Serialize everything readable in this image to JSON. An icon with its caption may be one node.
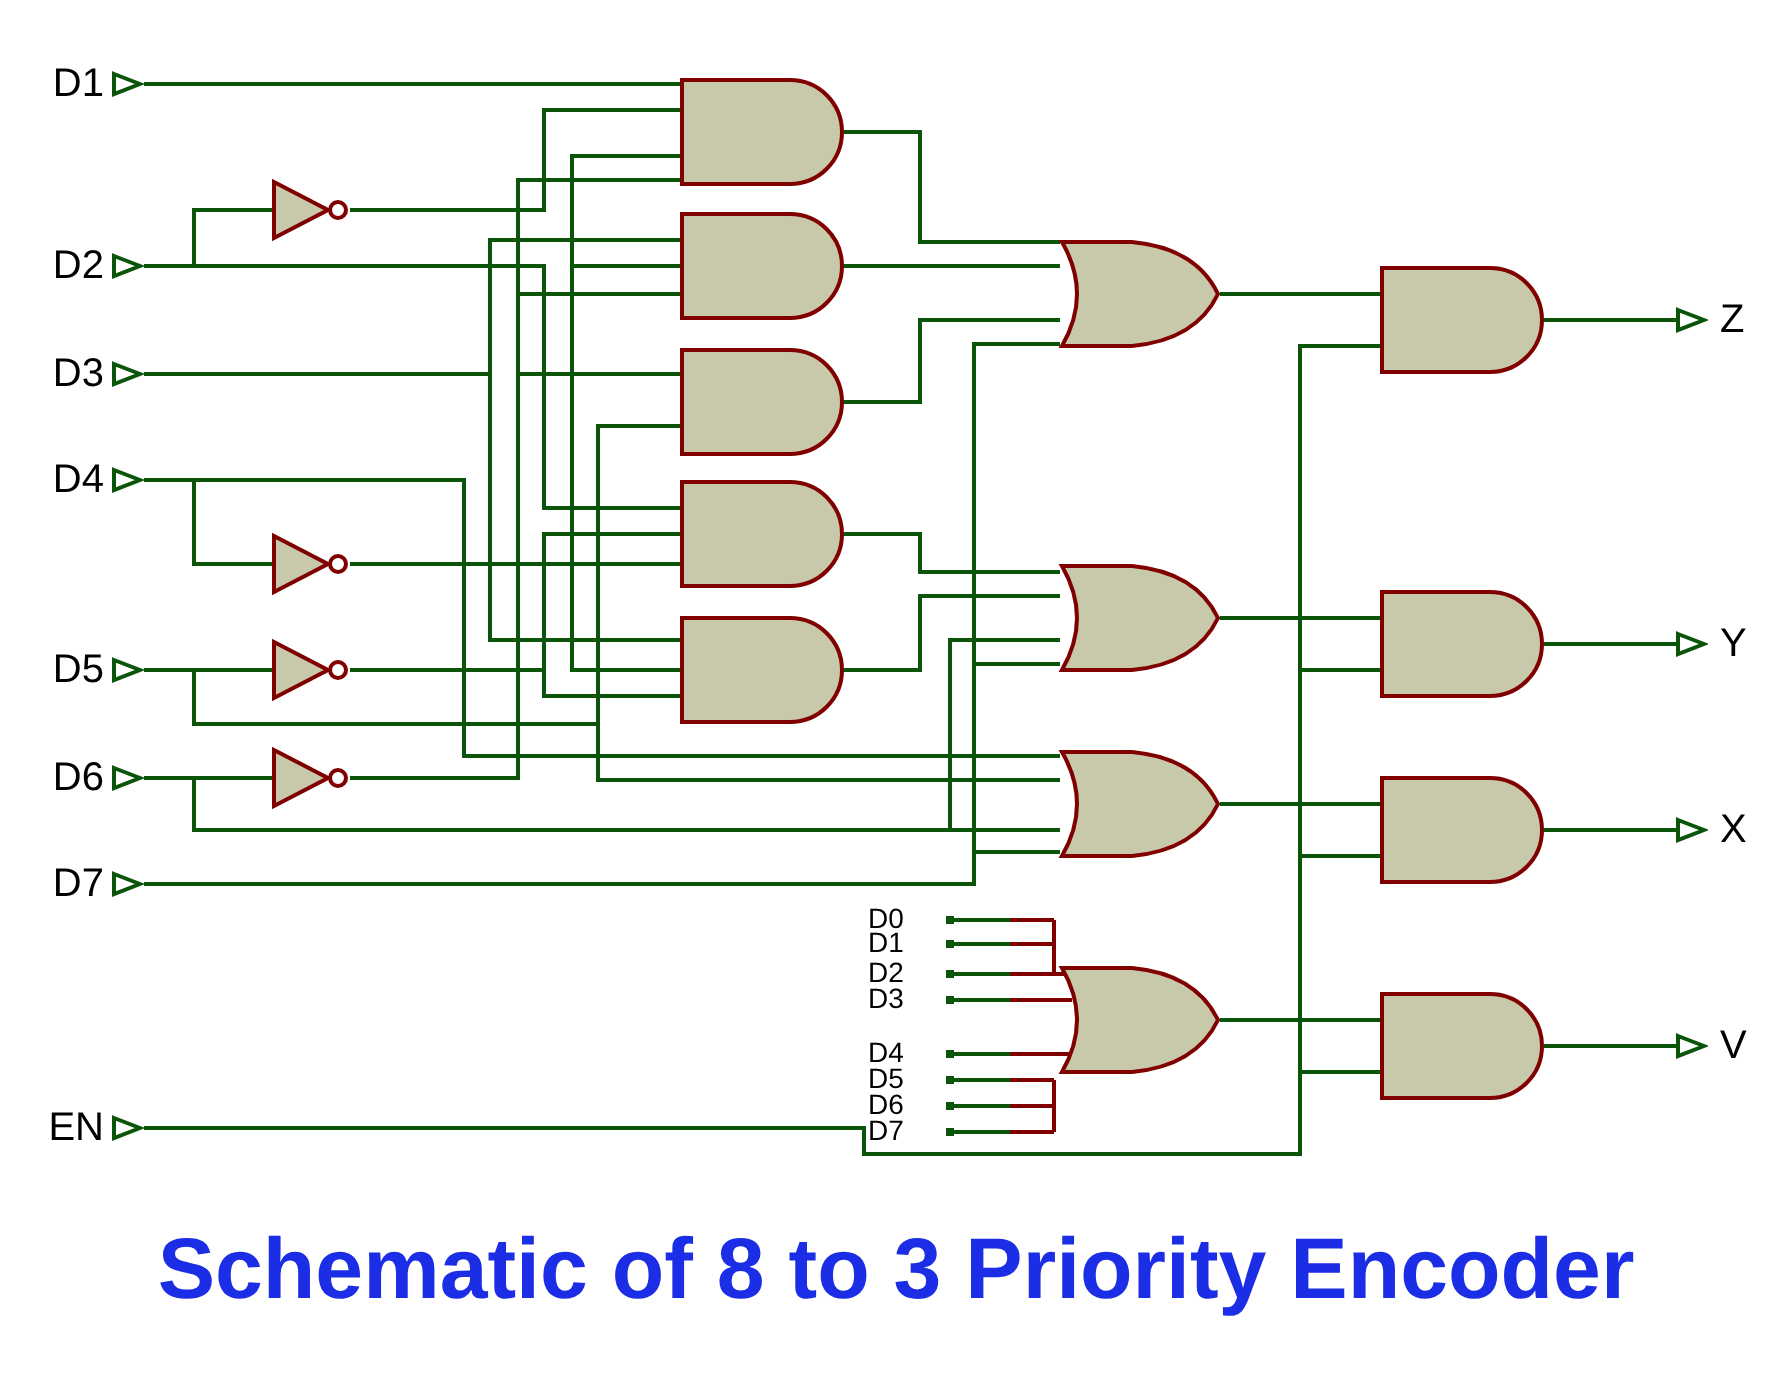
{
  "diagram": {
    "title": "Schematic of 8 to 3 Priority Encoder",
    "nodes": [
      {
        "text": [
          "D1"
        ]
      },
      {
        "text": [
          "D2"
        ]
      },
      {
        "text": [
          "D3"
        ]
      },
      {
        "text": [
          "D4"
        ]
      },
      {
        "text": [
          "D5"
        ]
      },
      {
        "text": [
          "D6"
        ]
      },
      {
        "text": [
          "D7"
        ]
      },
      {
        "text": [
          "EN"
        ]
      },
      {
        "text": [],
        "shape": "not"
      },
      {
        "text": [],
        "shape": "not"
      },
      {
        "text": [],
        "shape": "not"
      },
      {
        "text": [],
        "shape": "not"
      },
      {
        "text": [],
        "shape": "and"
      },
      {
        "text": [],
        "shape": "and"
      },
      {
        "text": [],
        "shape": "and"
      },
      {
        "text": [],
        "shape": "and"
      },
      {
        "text": [],
        "shape": "and"
      },
      {
        "text": [],
        "shape": "or"
      },
      {
        "text": [],
        "shape": "or"
      },
      {
        "text": [],
        "shape": "or"
      },
      {
        "text": [],
        "shape": "or"
      },
      {
        "text": [],
        "shape": "and"
      },
      {
        "text": [],
        "shape": "and"
      },
      {
        "text": [],
        "shape": "and"
      },
      {
        "text": [],
        "shape": "and"
      },
      {
        "text": [
          "Z"
        ]
      },
      {
        "text": [
          "Y"
        ]
      },
      {
        "text": [
          "X"
        ]
      },
      {
        "text": [
          "V"
        ]
      }
    ],
    "edges": [
      {
        "from": 1,
        "to": 8,
        "arrow": "none"
      },
      {
        "from": 3,
        "to": 9,
        "arrow": "none"
      },
      {
        "from": 4,
        "to": 10,
        "arrow": "none"
      },
      {
        "from": 5,
        "to": 11,
        "arrow": "none"
      },
      {
        "from": 0,
        "to": 12,
        "arrow": "none"
      },
      {
        "from": 8,
        "to": 12,
        "arrow": "none"
      },
      {
        "from": 9,
        "to": 12,
        "arrow": "none"
      },
      {
        "from": 11,
        "to": 12,
        "arrow": "none"
      },
      {
        "from": 2,
        "to": 13,
        "arrow": "none"
      },
      {
        "from": 9,
        "to": 13,
        "arrow": "none"
      },
      {
        "from": 11,
        "to": 13,
        "arrow": "none"
      },
      {
        "from": 11,
        "to": 14,
        "arrow": "none"
      },
      {
        "from": 4,
        "to": 14,
        "arrow": "none"
      },
      {
        "from": 1,
        "to": 15,
        "arrow": "none"
      },
      {
        "from": 10,
        "to": 15,
        "arrow": "none"
      },
      {
        "from": 9,
        "to": 15,
        "arrow": "none"
      },
      {
        "from": 2,
        "to": 16,
        "arrow": "none"
      },
      {
        "from": 9,
        "to": 16,
        "arrow": "none"
      },
      {
        "from": 10,
        "to": 16,
        "arrow": "none"
      },
      {
        "from": 12,
        "to": 17,
        "arrow": "none"
      },
      {
        "from": 13,
        "to": 17,
        "arrow": "none"
      },
      {
        "from": 14,
        "to": 17,
        "arrow": "none"
      },
      {
        "from": 6,
        "to": 17,
        "arrow": "none"
      },
      {
        "from": 15,
        "to": 18,
        "arrow": "none"
      },
      {
        "from": 16,
        "to": 18,
        "arrow": "none"
      },
      {
        "from": 5,
        "to": 18,
        "arrow": "none"
      },
      {
        "from": 6,
        "to": 18,
        "arrow": "none"
      },
      {
        "from": 3,
        "to": 19,
        "arrow": "none"
      },
      {
        "from": 4,
        "to": 19,
        "arrow": "none"
      },
      {
        "from": 5,
        "to": 19,
        "arrow": "none"
      },
      {
        "from": 6,
        "to": 19,
        "arrow": "none"
      },
      {
        "from": 17,
        "to": 21,
        "arrow": "none"
      },
      {
        "from": 18,
        "to": 22,
        "arrow": "none"
      },
      {
        "from": 19,
        "to": 23,
        "arrow": "none"
      },
      {
        "from": 20,
        "to": 24,
        "arrow": "none"
      },
      {
        "from": 7,
        "to": 21,
        "arrow": "none"
      },
      {
        "from": 7,
        "to": 22,
        "arrow": "none"
      },
      {
        "from": 7,
        "to": 23,
        "arrow": "none"
      },
      {
        "from": 7,
        "to": 24,
        "arrow": "none"
      },
      {
        "from": 21,
        "to": 25,
        "arrow": "none"
      },
      {
        "from": 22,
        "to": 26,
        "arrow": "none"
      },
      {
        "from": 23,
        "to": 27,
        "arrow": "none"
      },
      {
        "from": 24,
        "to": 28,
        "arrow": "none"
      }
    ],
    "labels": [
      "D0",
      "D1",
      "D2",
      "D3",
      "D4",
      "D5",
      "D6",
      "D7"
    ]
  }
}
